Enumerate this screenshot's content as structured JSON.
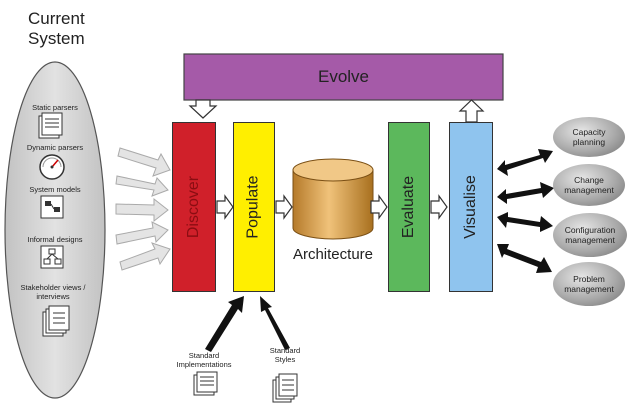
{
  "current_system": {
    "title_line1": "Current",
    "title_line2": "System"
  },
  "sources": [
    {
      "label": "Static parsers",
      "icon": "document-stack-icon"
    },
    {
      "label": "Dynamic parsers",
      "icon": "gauge-icon"
    },
    {
      "label": "System models",
      "icon": "model-icon"
    },
    {
      "label": "Informal designs",
      "icon": "design-sketch-icon"
    },
    {
      "label": "Stakeholder views / interviews",
      "icon": "views-document-icon"
    }
  ],
  "evolve": {
    "label": "Evolve"
  },
  "stages": {
    "discover": "Discover",
    "populate": "Populate",
    "architecture": "Architecture",
    "evaluate": "Evaluate",
    "visualise": "Visualise"
  },
  "outputs": [
    {
      "line1": "Capacity",
      "line2": "planning"
    },
    {
      "line1": "Change",
      "line2": "management"
    },
    {
      "line1": "Configuration",
      "line2": "management"
    },
    {
      "line1": "Problem",
      "line2": "management"
    }
  ],
  "standards": {
    "implementations_line1": "Standard",
    "implementations_line2": "Implementations",
    "styles_line1": "Standard",
    "styles_line2": "Styles"
  },
  "colors": {
    "evolve": "#a55aa8",
    "discover": "#d0202a",
    "populate": "#ffef00",
    "architecture": "#d7a04a",
    "evaluate": "#5cb85c",
    "visualise": "#8fc4ee",
    "oval": "#cfcfcf"
  }
}
